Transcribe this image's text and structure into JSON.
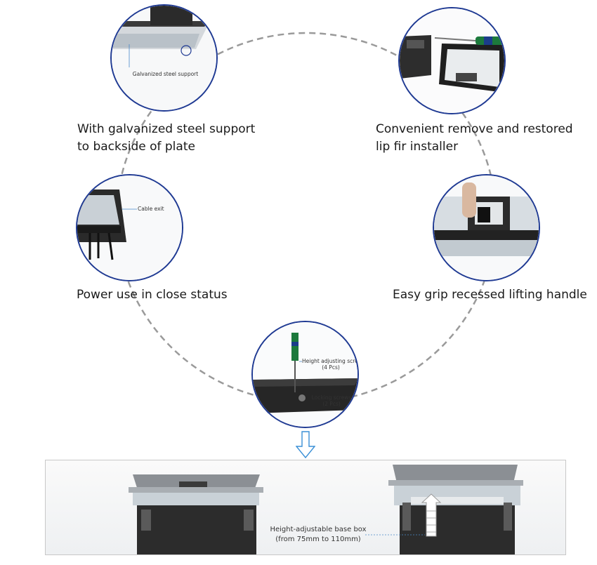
{
  "features": {
    "top_left": {
      "icon": "galvanized-steel-plate-photo",
      "callout": "Galvanized steel support",
      "caption_line1": "With galvanized steel support",
      "caption_line2": "to backside of plate"
    },
    "top_right": {
      "icon": "screwdriver-and-lid-photo",
      "caption_line1": "Convenient remove and restored",
      "caption_line2": "lip fir installer"
    },
    "middle_left": {
      "icon": "cable-exit-photo",
      "callout": "Cable exit",
      "caption": "Power use in close status"
    },
    "middle_right": {
      "icon": "lifting-handle-photo",
      "caption": "Easy grip recessed lifting handle"
    },
    "bottom": {
      "icon": "height-adjusting-screws-photo",
      "callout1_line1": "Height adjusting screws",
      "callout1_line2": "(4 Pcs)",
      "callout2_line1": "Locking screws",
      "callout2_line2": "(2 Pcs)"
    }
  },
  "base_box": {
    "label_line1": "Height-adjustable base box",
    "label_line2": "(from 75mm to 110mm)"
  },
  "colors": {
    "circle_border": "#1f3a93",
    "dashed_ring": "#9a9a9a",
    "arrow": "#3a8fd6"
  }
}
